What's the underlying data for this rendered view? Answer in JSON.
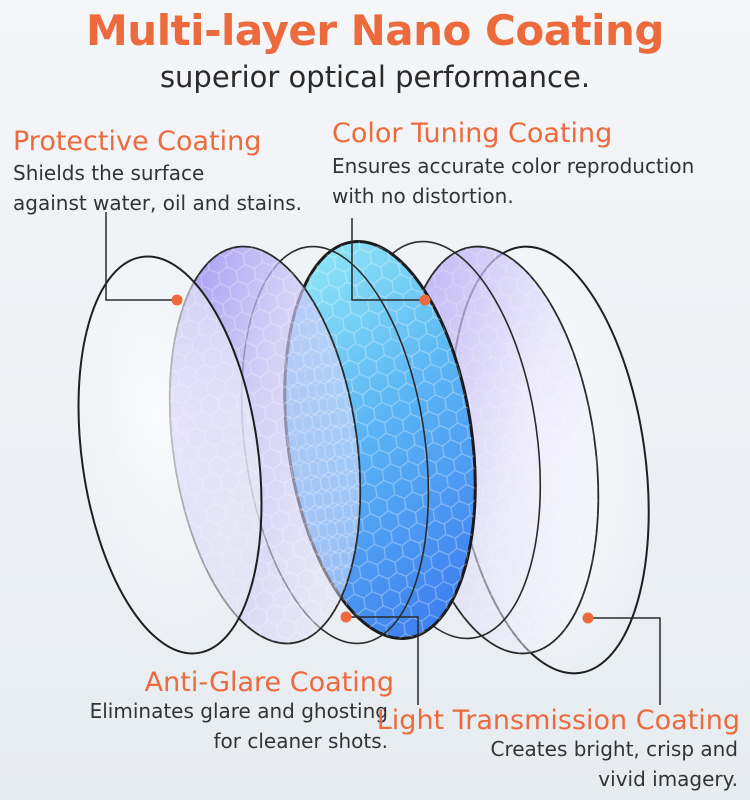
{
  "header": {
    "title": "Multi-layer Nano Coating",
    "subtitle": "superior optical performance."
  },
  "callouts": {
    "protective": {
      "title": "Protective Coating",
      "line1": "Shields the surface",
      "line2": "against water, oil and stains."
    },
    "color_tuning": {
      "title": "Color Tuning Coating",
      "line1": "Ensures accurate color reproduction",
      "line2": "with no distortion."
    },
    "anti_glare": {
      "title": "Anti-Glare Coating",
      "line1": "Eliminates glare and ghosting",
      "line2": "for cleaner shots."
    },
    "light_transmission": {
      "title": "Light Transmission Coating",
      "line1": "Creates bright, crisp and",
      "line2": "vivid imagery."
    }
  },
  "colors": {
    "accent": "#ec6a3c",
    "text": "#333333",
    "lens_violet": "#9c8cf2",
    "lens_blue": "#4aa3f5",
    "lens_cyan": "#86e3f4",
    "marker": "#ec6a3c"
  }
}
